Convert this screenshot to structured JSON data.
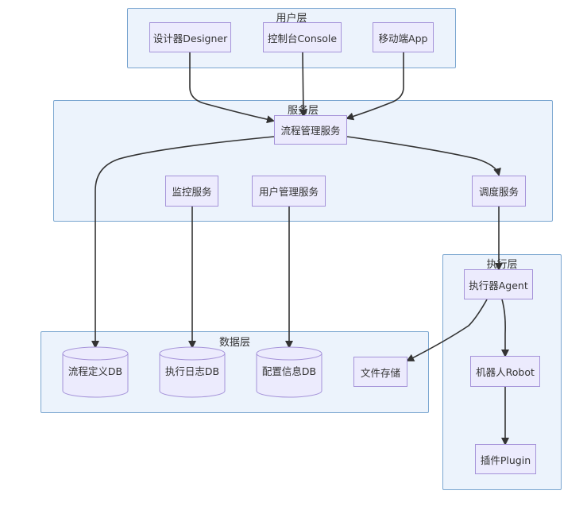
{
  "layers": {
    "user": "用户层",
    "service": "服务层",
    "exec": "执行层",
    "data": "数据层"
  },
  "nodes": {
    "designer": "设计器Designer",
    "console": "控制台Console",
    "mobile": "移动端App",
    "flow_mgmt": "流程管理服务",
    "monitor": "监控服务",
    "user_mgmt": "用户管理服务",
    "scheduler": "调度服务",
    "agent": "执行器Agent",
    "robot": "机器人Robot",
    "plugin": "插件Plugin",
    "flow_db": "流程定义DB",
    "log_db": "执行日志DB",
    "config_db": "配置信息DB",
    "file_store": "文件存储"
  },
  "colors": {
    "layer_fill": "#ecf3fc",
    "layer_border": "#7aa6d0",
    "node_fill": "#ecebfd",
    "node_border": "#a593d9",
    "edge": "#333333"
  }
}
